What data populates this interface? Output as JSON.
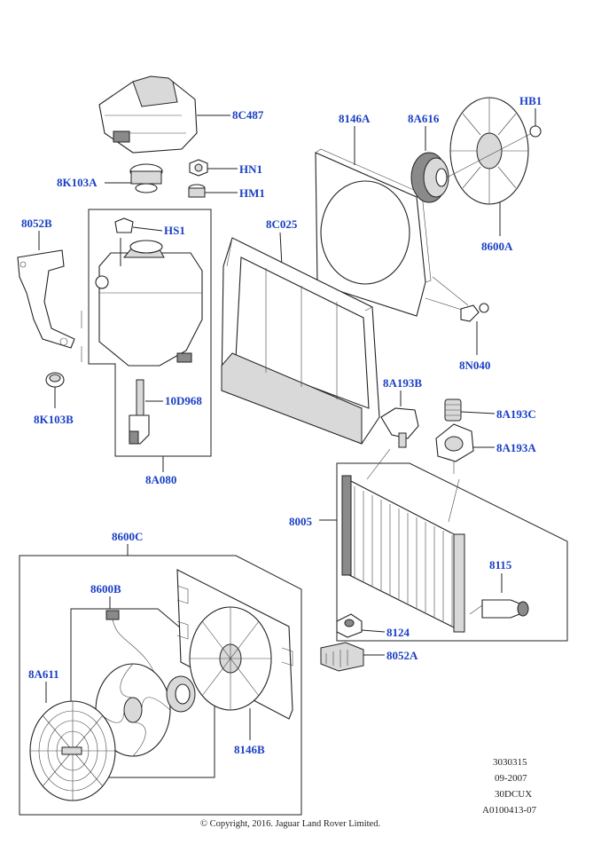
{
  "labels": {
    "p8C487": "8C487",
    "p8K103A": "8K103A",
    "pHN1": "HN1",
    "pHM1": "HM1",
    "p8146A": "8146A",
    "p8A616": "8A616",
    "pHB1": "HB1",
    "p8600A": "8600A",
    "p8052B": "8052B",
    "pHS1": "HS1",
    "p8C025": "8C025",
    "p8N040": "8N040",
    "p10D968": "10D968",
    "p8A193B": "8A193B",
    "p8A193C": "8A193C",
    "p8A193A": "8A193A",
    "p8K103B": "8K103B",
    "p8A080": "8A080",
    "p8005": "8005",
    "p8600C": "8600C",
    "p8115": "8115",
    "p8600B": "8600B",
    "p8124": "8124",
    "p8052A": "8052A",
    "p8A611": "8A611",
    "p8146B": "8146B"
  },
  "meta": {
    "line1": "3030315",
    "line2": "09-2007",
    "line3": "30DCUX",
    "line4": "A0100413-07"
  },
  "copyright": "© Copyright, 2016. Jaguar Land Rover Limited.",
  "colors": {
    "label": "#1a3fc4",
    "line": "#222222"
  }
}
